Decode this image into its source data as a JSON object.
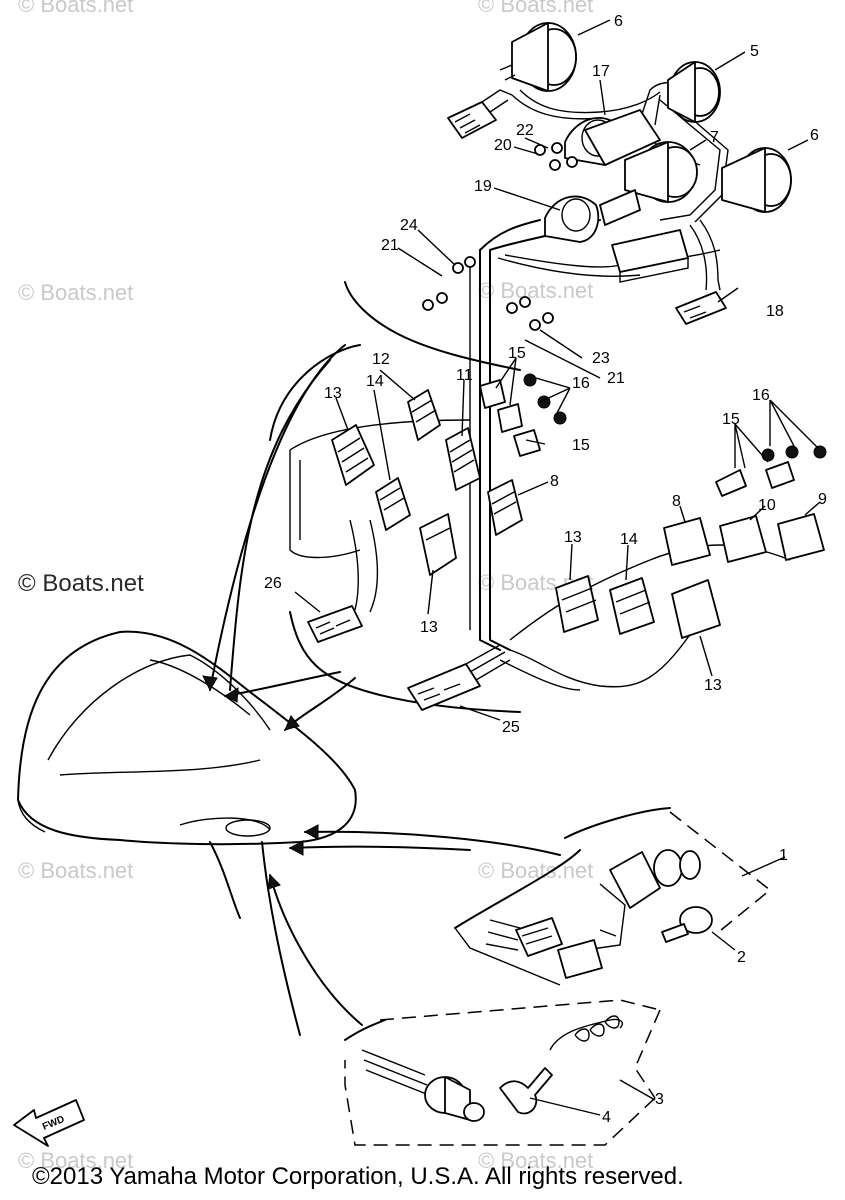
{
  "watermark": {
    "text": "© Boats.net"
  },
  "copyright": "©2013 Yamaha Motor Corporation, U.S.A. All rights reserved.",
  "fwd_label": "FWD",
  "callouts": [
    {
      "id": "c6a",
      "label": "6"
    },
    {
      "id": "c5",
      "label": "5"
    },
    {
      "id": "c17",
      "label": "17"
    },
    {
      "id": "c7",
      "label": "7"
    },
    {
      "id": "c6b",
      "label": "6"
    },
    {
      "id": "c22",
      "label": "22"
    },
    {
      "id": "c20",
      "label": "20"
    },
    {
      "id": "c19",
      "label": "19"
    },
    {
      "id": "c24",
      "label": "24"
    },
    {
      "id": "c21a",
      "label": "21"
    },
    {
      "id": "c18",
      "label": "18"
    },
    {
      "id": "c23",
      "label": "23"
    },
    {
      "id": "c21b",
      "label": "21"
    },
    {
      "id": "c15a",
      "label": "15"
    },
    {
      "id": "c16a",
      "label": "16"
    },
    {
      "id": "c15b",
      "label": "15"
    },
    {
      "id": "c12",
      "label": "12"
    },
    {
      "id": "c13a",
      "label": "13"
    },
    {
      "id": "c14a",
      "label": "14"
    },
    {
      "id": "c11",
      "label": "11"
    },
    {
      "id": "c8a",
      "label": "8"
    },
    {
      "id": "c16b",
      "label": "16"
    },
    {
      "id": "c15c",
      "label": "15"
    },
    {
      "id": "c8b",
      "label": "8"
    },
    {
      "id": "c10",
      "label": "10"
    },
    {
      "id": "c9",
      "label": "9"
    },
    {
      "id": "c13b",
      "label": "13"
    },
    {
      "id": "c14b",
      "label": "14"
    },
    {
      "id": "c26",
      "label": "26"
    },
    {
      "id": "c13c",
      "label": "13"
    },
    {
      "id": "c13d",
      "label": "13"
    },
    {
      "id": "c25",
      "label": "25"
    },
    {
      "id": "c1",
      "label": "1"
    },
    {
      "id": "c2",
      "label": "2"
    },
    {
      "id": "c3",
      "label": "3"
    },
    {
      "id": "c4",
      "label": "4"
    }
  ]
}
